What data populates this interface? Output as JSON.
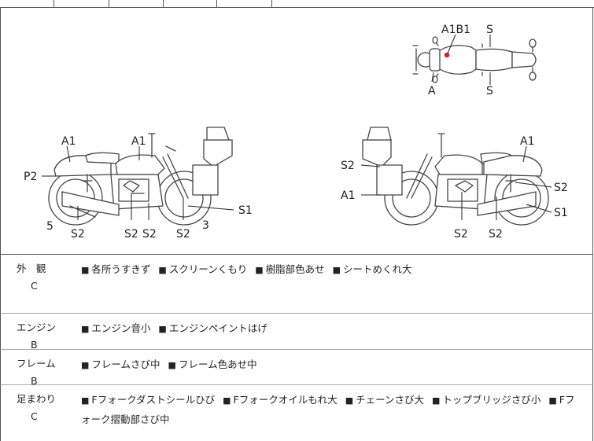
{
  "diagram": {
    "top_view": {
      "labels": {
        "a1b1": "A1B1",
        "s_top": "S",
        "a_bottom": "A",
        "s_bottom": "S"
      }
    },
    "left_view": {
      "labels": {
        "a1_rear": "A1",
        "a1_tank": "A1",
        "p2": "P2",
        "five": "5",
        "s2_a": "S2",
        "s2_b": "S2",
        "s2_c": "S2",
        "s2_d": "S2",
        "three": "3",
        "s1": "S1"
      }
    },
    "right_view": {
      "labels": {
        "s2_case": "S2",
        "a1_case": "A1",
        "a1_rear": "A1",
        "s2_side": "S2",
        "s1": "S1",
        "s2_a": "S2",
        "s2_b": "S2"
      }
    }
  },
  "sections": [
    {
      "name": "外　観",
      "grade": "C",
      "items": [
        "各所うすきず",
        "スクリーンくもり",
        "樹脂部色あせ",
        "シートめくれ大"
      ]
    },
    {
      "name": "エンジン",
      "grade": "B",
      "items": [
        "エンジン音小",
        "エンジンペイントはげ"
      ]
    },
    {
      "name": "フレーム",
      "grade": "B",
      "items": [
        "フレームさび中",
        "フレーム色あせ中"
      ]
    },
    {
      "name": "足まわり",
      "grade": "C",
      "items": [
        "Fフォークダストシールひび",
        "Fフォークオイルもれ大",
        "チェーンさび大",
        "トップブリッジさび小",
        "Fフォーク摺動部さび中"
      ]
    }
  ],
  "colors": {
    "damage_mark": "#d42020",
    "line": "#444444"
  }
}
